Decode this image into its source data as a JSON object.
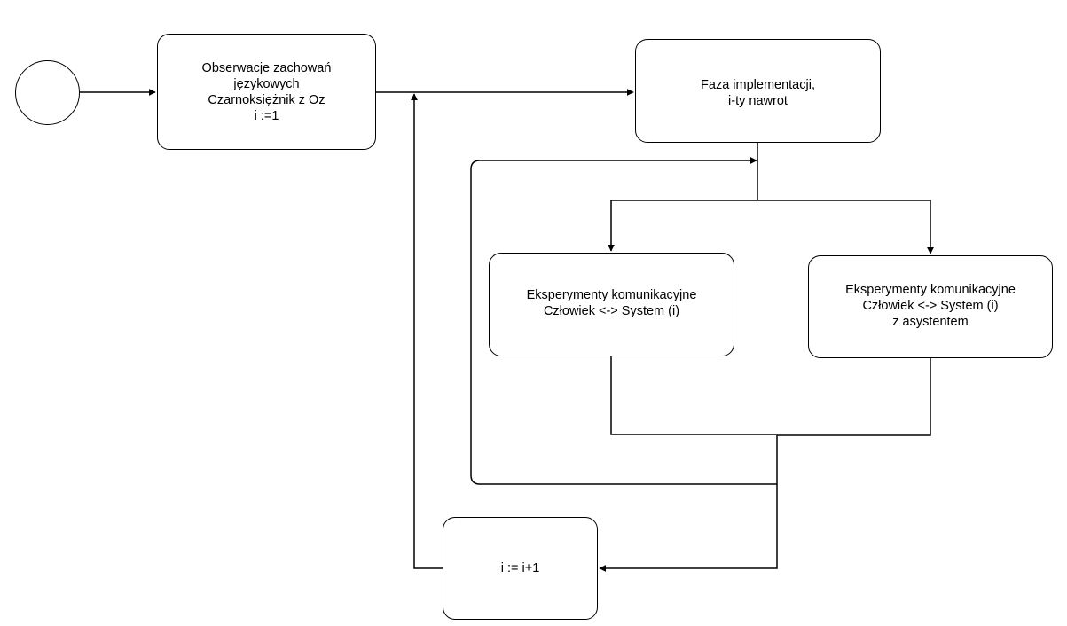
{
  "nodes": {
    "observations": {
      "lines": [
        "Obserwacje zachowań",
        "językowych",
        "Czarnoksiężnik z Oz",
        "i :=1"
      ]
    },
    "implementation": {
      "lines": [
        "Faza implementacji,",
        "i-ty nawrot"
      ]
    },
    "experiments": {
      "lines": [
        "Eksperymenty komunikacyjne",
        "Człowiek <-> System (i)"
      ]
    },
    "experiments_assistant": {
      "lines": [
        "Eksperymenty komunikacyjne",
        "Człowiek <-> System (i)",
        "z asystentem"
      ]
    },
    "increment": {
      "lines": [
        "i := i+1"
      ]
    }
  },
  "colors": {
    "stroke": "#000000",
    "fill": "#ffffff"
  }
}
